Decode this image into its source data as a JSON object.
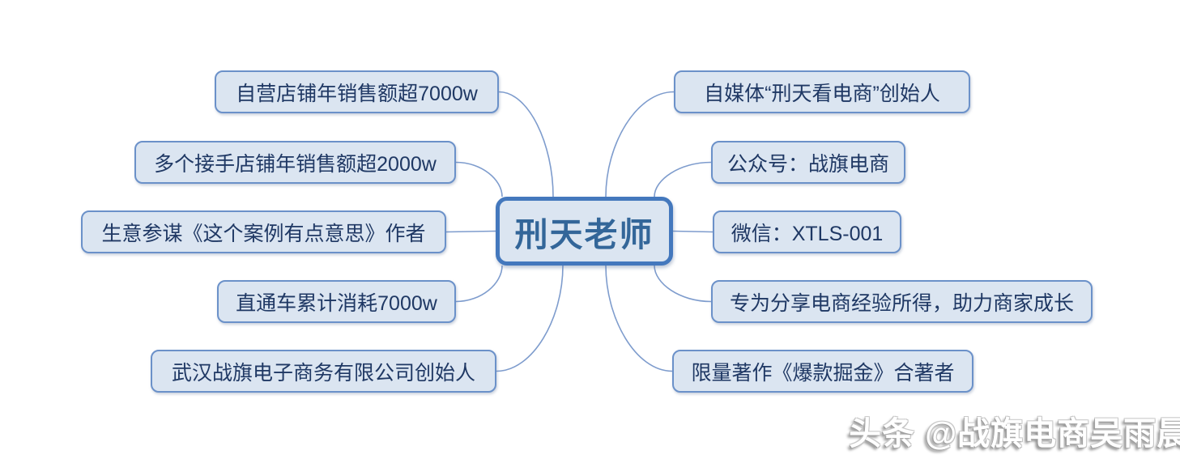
{
  "central": {
    "label": "刑天老师"
  },
  "branches": {
    "left": [
      {
        "label": "自营店铺年销售额超7000w"
      },
      {
        "label": "多个接手店铺年销售额超2000w"
      },
      {
        "label": "生意参谋《这个案例有点意思》作者"
      },
      {
        "label": "直通车累计消耗7000w"
      },
      {
        "label": "武汉战旗电子商务有限公司创始人"
      }
    ],
    "right": [
      {
        "label": "自媒体“刑天看电商”创始人"
      },
      {
        "label": "公众号：战旗电商"
      },
      {
        "label": "微信：XTLS-001"
      },
      {
        "label": "专为分享电商经验所得，助力商家成长"
      },
      {
        "label": "限量著作《爆款掘金》合著者"
      }
    ]
  },
  "watermark": {
    "text": "头条 @战旗电商吴雨晨"
  },
  "colors": {
    "node_fill": "#dbe5f1",
    "branch_border": "#6b91c9",
    "central_border": "#4478bd",
    "branch_text": "#1f3864",
    "central_text": "#336699",
    "connector": "#7e9ccd",
    "canvas_bg": "#ffffff"
  }
}
